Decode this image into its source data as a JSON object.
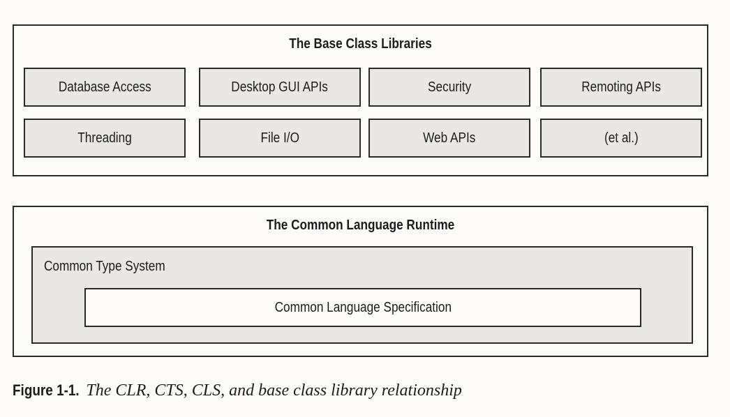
{
  "bcl": {
    "title": "The Base Class Libraries",
    "items": [
      "Database Access",
      "Desktop GUI APIs",
      "Security",
      "Remoting APIs",
      "Threading",
      "File I/O",
      "Web APIs",
      "(et al.)"
    ]
  },
  "clr": {
    "title": "The Common Language Runtime",
    "cts_label": "Common Type System",
    "cls_label": "Common Language Specification"
  },
  "caption": {
    "number": "Figure 1-1.",
    "text": "The CLR, CTS, CLS, and base class library relationship"
  }
}
